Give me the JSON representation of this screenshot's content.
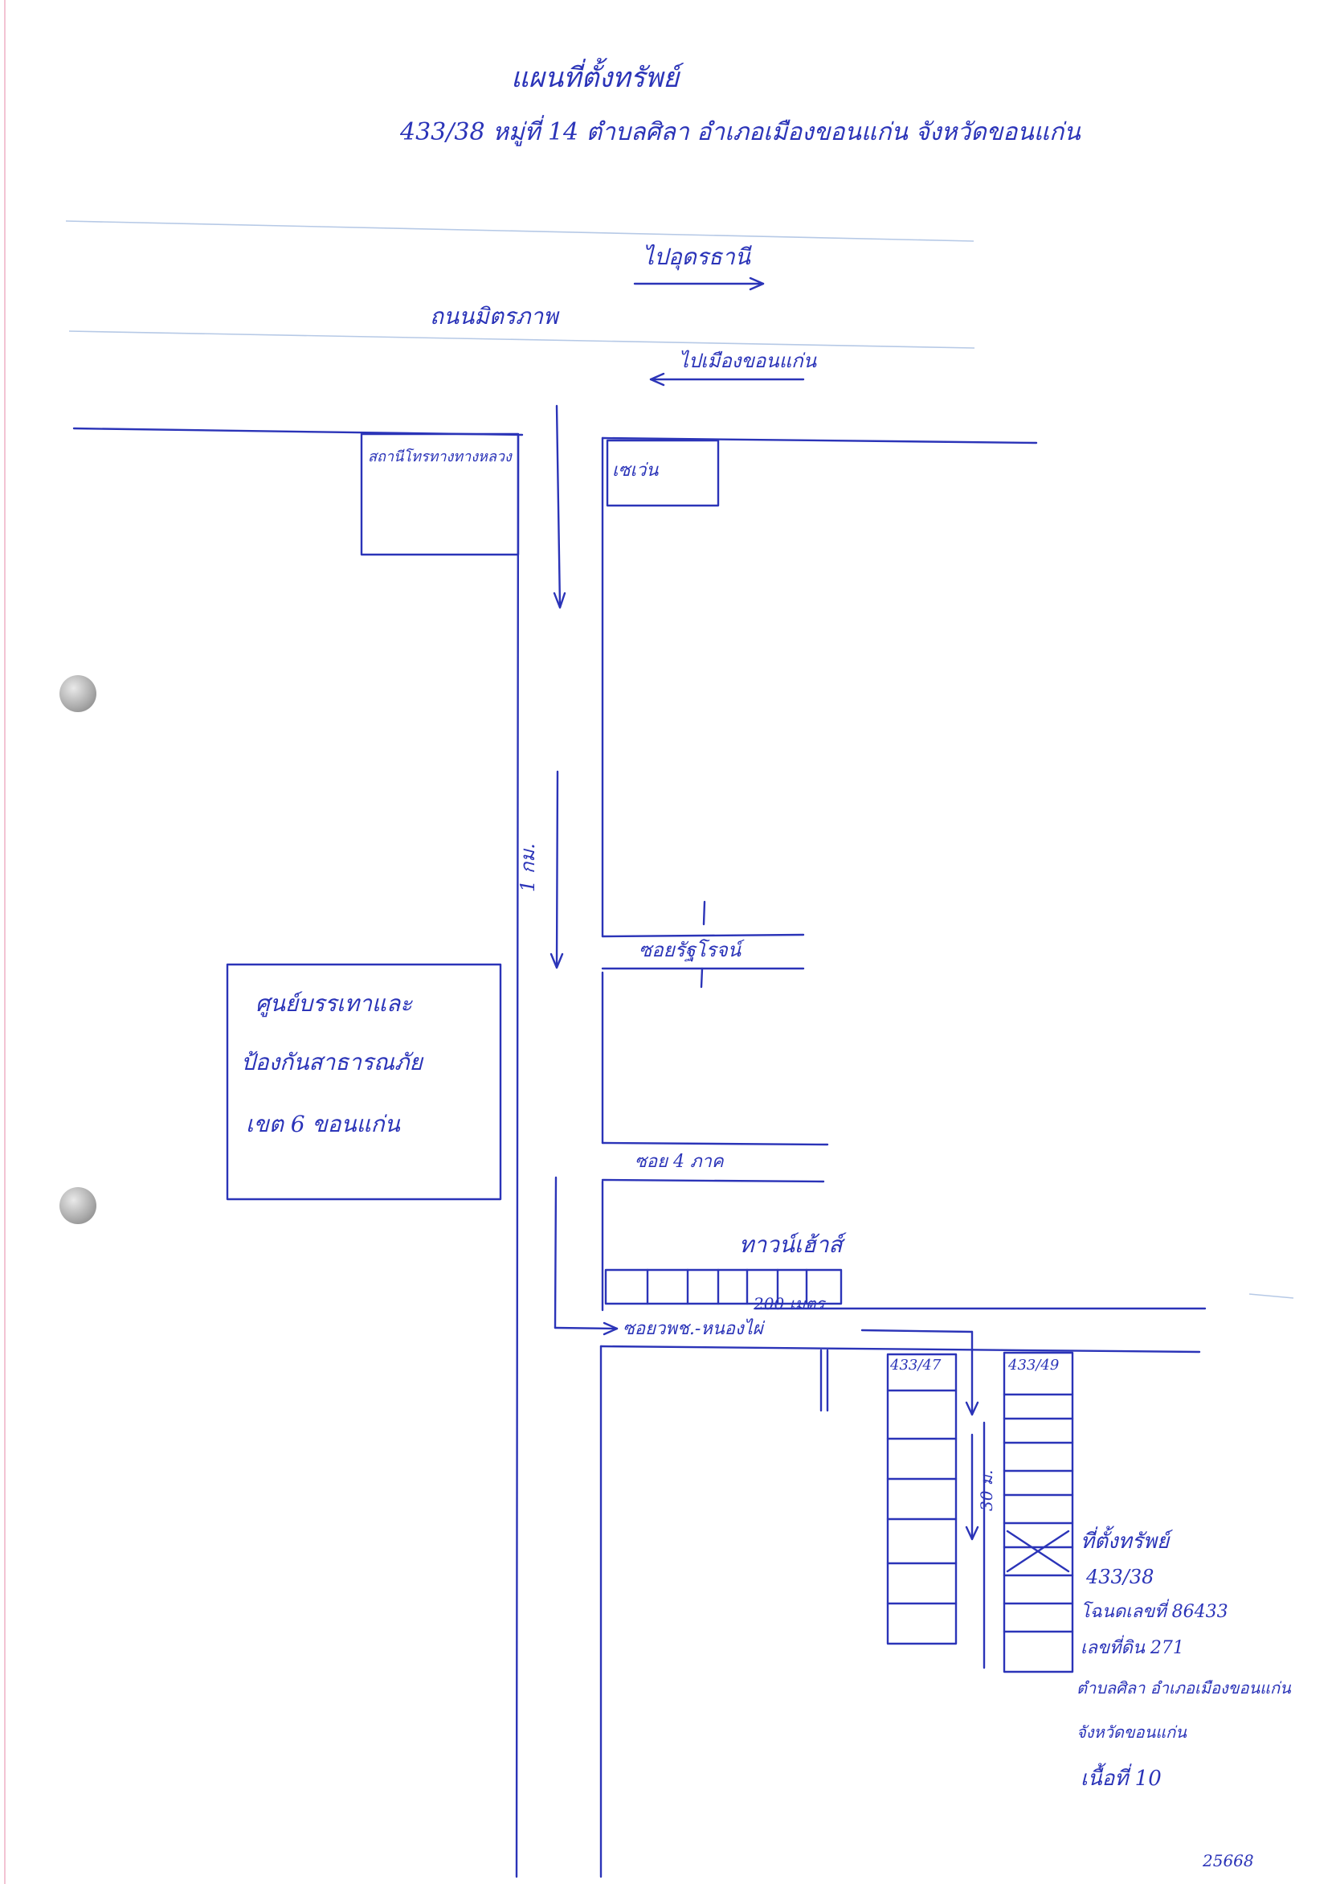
{
  "header": {
    "title": "แผนที่ตั้งทรัพย์",
    "address": "433/38 หมู่ที่ 14 ตำบลศิลา อำเภอเมืองขอนแก่น จังหวัดขอนแก่น"
  },
  "roads": {
    "to_udon": "ไปอุดรธานี",
    "main_road": "ถนนมิตรภาพ",
    "to_khonkaen": "ไปเมืองขอนแก่น",
    "distance_1km": "1 กม.",
    "distance_200m": "200 เมตร",
    "distance_30m": "30 ม.",
    "soi_1": "ซอยรัฐโรจน์",
    "soi_2": "ซอย 4 ภาค",
    "soi_3": "ซอยวพช.-หนองไผ่"
  },
  "landmarks": {
    "top_left": "สถานีโทรทางทางหลวง",
    "top_right": "เซเว่น",
    "disaster_center_line1": "ศูนย์บรรเทาและ",
    "disaster_center_line2": "ป้องกันสาธารณภัย",
    "disaster_center_line3": "เขต 6 ขอนแก่น",
    "townhouse_block": "ทาวน์เฮ้าส์",
    "unit_47": "433/47",
    "unit_49": "433/49"
  },
  "property_note": {
    "line1": "ที่ตั้งทรัพย์",
    "line2": "433/38",
    "line3": "โฉนดเลขที่ 86433",
    "line4": "เลขที่ดิน 271",
    "line5": "ตำบลศิลา อำเภอเมืองขอนแก่น",
    "line6": "จังหวัดขอนแก่น",
    "line7": "เนื้อที่ 10"
  },
  "footer": {
    "page_code": "25668"
  },
  "colors": {
    "ink": "#2b34b8",
    "paper": "#ffffff"
  }
}
